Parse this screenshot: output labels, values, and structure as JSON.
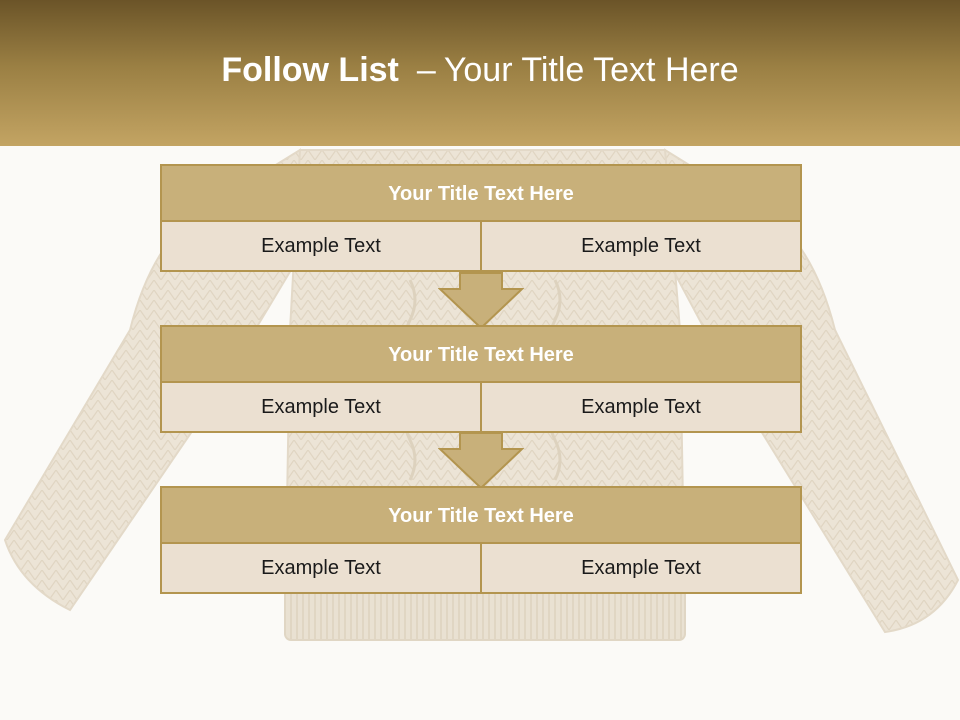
{
  "header": {
    "title_strong": "Follow List",
    "title_sep": "–",
    "title_rest": "Your Title Text Here"
  },
  "blocks": [
    {
      "title": "Your Title Text Here",
      "cells": [
        "Example Text",
        "Example Text"
      ]
    },
    {
      "title": "Your Title Text Here",
      "cells": [
        "Example Text",
        "Example Text"
      ]
    },
    {
      "title": "Your Title Text Here",
      "cells": [
        "Example Text",
        "Example Text"
      ]
    }
  ],
  "colors": {
    "header_dark": "#6b5428",
    "header_light": "#c3a463",
    "title_fill": "#c8b07a",
    "border": "#b3954f",
    "cell_fill": "#ebe0d1",
    "arrow_fill": "#c8b07a"
  },
  "icons": {
    "background": "sweater-image",
    "connector": "down-arrow-icon"
  }
}
